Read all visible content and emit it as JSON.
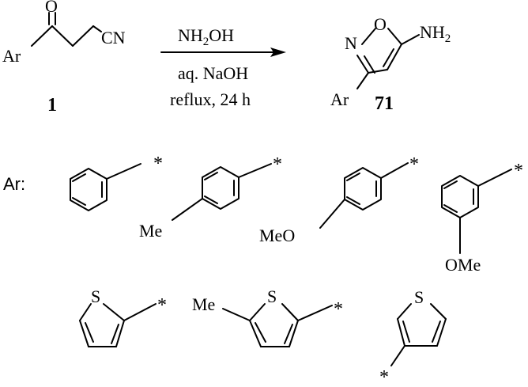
{
  "scheme": {
    "reactant": {
      "atom_o": "O",
      "group_ar": "Ar",
      "group_cn": "CN",
      "number": "1"
    },
    "arrow": {
      "reagent_1_main": "NH",
      "reagent_1_sub": "2",
      "reagent_1_tail": "OH",
      "reagent_2": "aq. NaOH",
      "condition": "reflux, 24 h"
    },
    "product": {
      "atom_n": "N",
      "atom_o_ring": "O",
      "group_nh": "NH",
      "group_nh_sub": "2",
      "group_ar": "Ar",
      "number": "71"
    },
    "substituents": {
      "label": "Ar:",
      "star": "*",
      "methyl": "Me",
      "methoxy_para": "MeO",
      "methoxy_meta": "OMe",
      "sulfur": "S",
      "methyl_thienyl": "Me"
    }
  }
}
